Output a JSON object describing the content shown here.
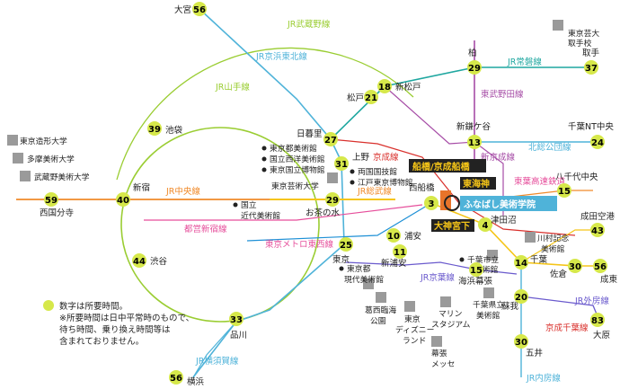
{
  "colors": {
    "yamanote": "#9acd32",
    "musashino": "#e8a43a",
    "keihin_tohoku": "#4fb3d9",
    "chuo": "#f08a2a",
    "sobu": "#f5c518",
    "toto": "#e64e9b",
    "tobu": "#a64ca6",
    "joban": "#1fa7a0",
    "keisei": "#d9302c",
    "metro_tozai": "#1e90d6",
    "keiyo": "#6a5acd",
    "node": "#d6e84a",
    "school": "#e8742a",
    "school_label_bg": "#4fb3d9"
  },
  "legend": {
    "line1": "数字は所要時間。",
    "line2": "※所要時間は日中平常時のもので、",
    "line3": "待ち時間、乗り換え時間等は",
    "line4": "含まれておりません。"
  },
  "lines": {
    "musashino": "JR武蔵野線",
    "keihin_tohoku": "JR京浜東北線",
    "yamanote": "JR山手線",
    "joban": "JR常磐線",
    "tobu": "東武野田線",
    "shinkeisei": "新京成線",
    "hokuso": "北総公団線",
    "toyo": "東葉高速鉄道",
    "chuo": "JR中央線",
    "toei_shinjuku": "都営新宿線",
    "keisei": "京成線",
    "sobu": "JR総武線",
    "tozai": "東京メトロ東西線",
    "keiyo": "JR京葉線",
    "uchibo": "JR内房線",
    "sotobo": "JR外房線",
    "keisei_chiba": "京成千葉線",
    "yokosuka": "JR横須賀線"
  },
  "stations": {
    "omiya": "大宮",
    "kashiwa": "柏",
    "toride": "取手",
    "shinmatsudo": "新松戸",
    "matsudo": "松戸",
    "shinkamagaya": "新鎌ケ谷",
    "chiba_nt": "千葉NT中央",
    "nippori": "日暮里",
    "ikebukuro": "池袋",
    "ueno": "上野",
    "funabashi": "船橋/京成船橋",
    "tokaijin": "東海神",
    "nishifunabashi": "西船橋",
    "yachiyo": "八千代中央",
    "shinjuku": "新宿",
    "kokubunji": "西国分寺",
    "ochanomizu": "お茶の水",
    "tsudanuma": "津田沼",
    "ojinmae": "大神宮下",
    "narita_airport": "成田空港",
    "urayasu": "浦安",
    "shibuya": "渋谷",
    "tokyo": "東京",
    "shin_urayasu": "新浦安",
    "chiba": "千葉",
    "sakura": "佐倉",
    "narita": "成東",
    "soga": "蘇我",
    "shinagawa": "品川",
    "goi": "五井",
    "ohara": "大原",
    "yokohama": "横浜",
    "kaihin": "海浜幕張"
  },
  "minutes": {
    "omiya": "56",
    "kashiwa": "29",
    "toride": "37",
    "shinmatsudo": "18",
    "matsudo": "21",
    "nippori": "27",
    "ikebukuro": "39",
    "shinkamagaya": "13",
    "chiba_nt": "24",
    "ueno": "31",
    "yachiyo": "15",
    "kokubunji": "59",
    "shinjuku": "40",
    "ochanomizu": "29",
    "nishifunabashi": "3",
    "tsudanuma": "4",
    "narita_airport": "43",
    "urayasu": "10",
    "shibuya": "44",
    "tokyo": "25",
    "shin_urayasu": "11",
    "kaihin": "15",
    "chiba": "14",
    "sakura": "30",
    "narita": "56",
    "soga": "20",
    "ohara": "83",
    "shinagawa": "33",
    "goi": "30",
    "yokohama": "56"
  },
  "places": {
    "geidai_toride1": "東京芸大",
    "geidai_toride2": "取手校",
    "zokei": "東京造形大学",
    "tama": "多摩美術大学",
    "musabi": "武蔵野美術大学",
    "tomin": "東京都美術館",
    "seiyo": "国立西洋美術館",
    "hakubutsu": "東京国立博物館",
    "geidai": "東京芸術大学",
    "ryogoku": "両国国技館",
    "edo": "江戸東京博物館",
    "kokuritsu_kindai1": "国立",
    "kokuritsu_kindai2": "近代美術館",
    "kawamura1": "川村記念",
    "kawamura2": "美術館",
    "chibashi1": "千葉市立",
    "chibashi2": "美術館",
    "gendai1": "東京都",
    "gendai2": "現代美術館",
    "kasai1": "葛西臨海",
    "kasai2": "公園",
    "disney1": "東京",
    "disney2": "ディズニー",
    "disney3": "ランド",
    "marine1": "マリン",
    "marine2": "スタジアム",
    "messe1": "幕張",
    "messe2": "メッセ",
    "kenritsu1": "千葉県立",
    "kenritsu2": "美術館"
  },
  "school": {
    "name": "ふなばし美術学院"
  }
}
